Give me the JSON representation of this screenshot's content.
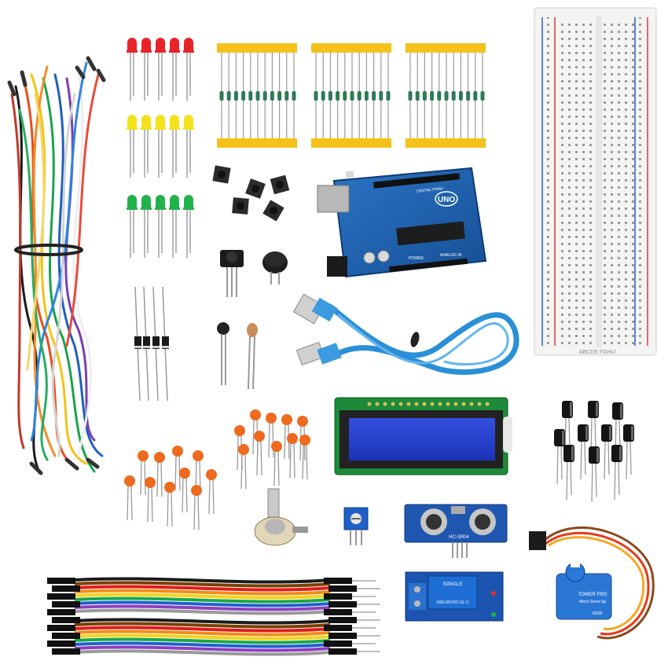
{
  "scene": {
    "background": "#ffffff",
    "items": [
      {
        "name": "jumper-wire-bundle-icon"
      },
      {
        "name": "red-led-group-icon",
        "color": "#e8232a"
      },
      {
        "name": "yellow-led-group-icon",
        "color": "#f2e21b"
      },
      {
        "name": "green-led-group-icon",
        "color": "#21b24b"
      },
      {
        "name": "resistor-strip-icon",
        "tape_color": "#f4c21a"
      },
      {
        "name": "push-button-icon"
      },
      {
        "name": "arduino-uno-board-icon",
        "color": "#1c5fa8"
      },
      {
        "name": "breadboard-icon"
      },
      {
        "name": "ir-receiver-icon"
      },
      {
        "name": "buzzer-icon"
      },
      {
        "name": "usb-cable-icon",
        "color": "#2a8fd6"
      },
      {
        "name": "diode-icon"
      },
      {
        "name": "thermistor-icon"
      },
      {
        "name": "photoresistor-icon"
      },
      {
        "name": "ceramic-capacitor-icon",
        "color": "#ee6a1f"
      },
      {
        "name": "lcd-1602-display-icon",
        "color": "#2540c9"
      },
      {
        "name": "electrolytic-capacitor-icon"
      },
      {
        "name": "potentiometer-icon"
      },
      {
        "name": "trimmer-potentiometer-icon"
      },
      {
        "name": "ultrasonic-sensor-icon"
      },
      {
        "name": "relay-module-icon"
      },
      {
        "name": "servo-motor-icon"
      },
      {
        "name": "rainbow-jumper-wires-icon"
      }
    ]
  },
  "labels": {
    "uno": "UNO",
    "digital": "DIGITAL PWM~",
    "power": "POWER",
    "analog": "ANALOG IN",
    "ultrasonic": "HC-SR04",
    "relay": "SRD-05VDC-SL-C",
    "relay_top": "SONGLE",
    "servo": "TOWER PRO",
    "servo_sub": "Micro Servo 9g",
    "servo_model": "SG90",
    "breadboard_cols": "ABCDE FGHIJ"
  }
}
